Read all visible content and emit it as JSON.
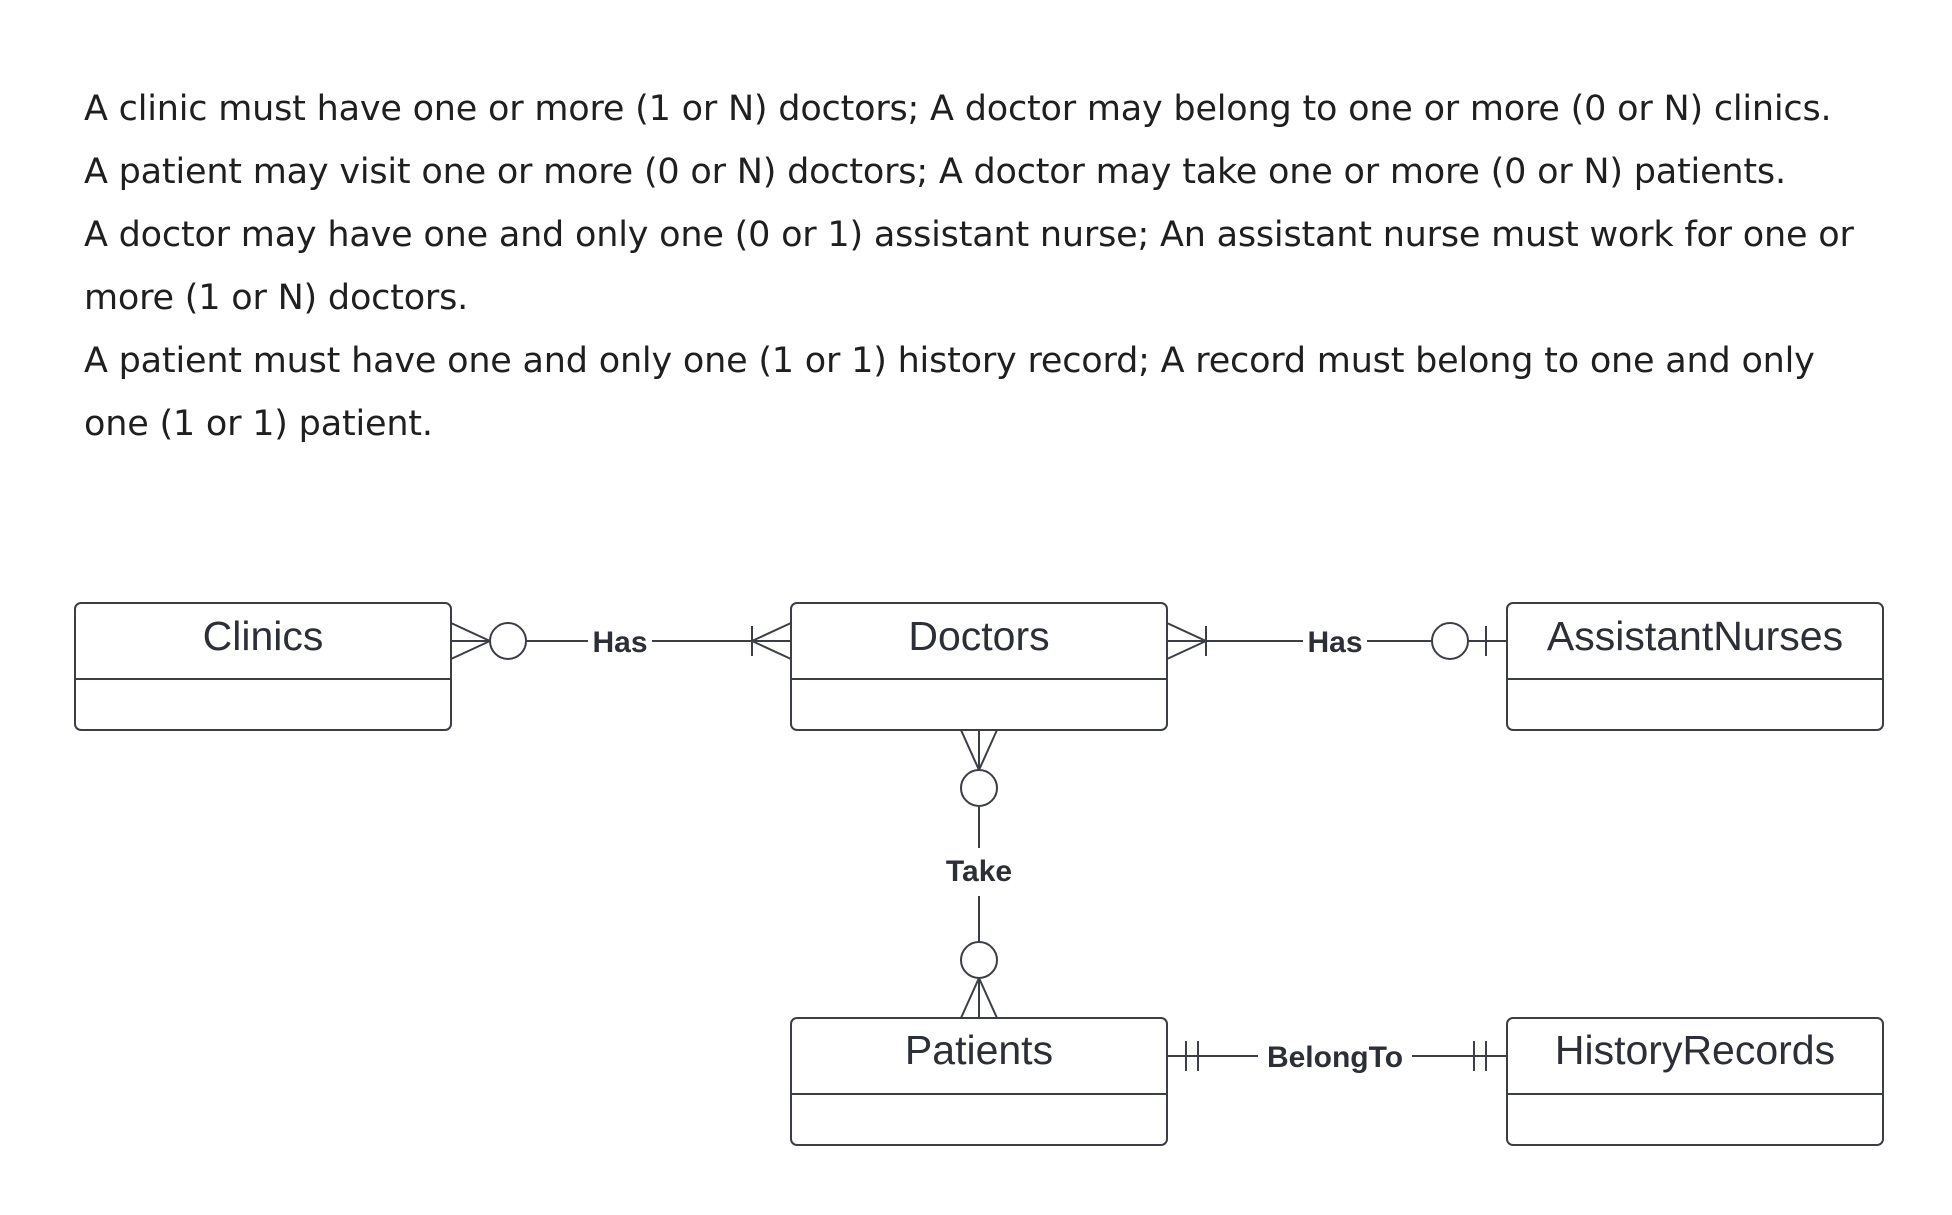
{
  "description": {
    "lines": [
      "A clinic must have one or more (1 or N) doctors; A doctor may belong to one or more (0 or N) clinics.",
      "A patient may visit one or more (0 or N) doctors; A doctor may take one or more (0 or N) patients.",
      "A doctor may have one and only one (0 or 1) assistant nurse; An assistant nurse must work for one or more (1 or N) doctors.",
      "A patient must have one and only one (1 or 1) history record; A record must belong to one and only one (1 or 1) patient."
    ]
  },
  "diagram": {
    "entities": {
      "clinics": "Clinics",
      "doctors": "Doctors",
      "assistant_nurses": "AssistantNurses",
      "patients": "Patients",
      "history_records": "HistoryRecords"
    },
    "relationships": {
      "clinics_doctors": "Has",
      "doctors_nurses": "Has",
      "doctors_patients": "Take",
      "patients_records": "BelongTo"
    },
    "colors": {
      "stroke": "#3b3e45",
      "text": "#2c2f36"
    }
  }
}
